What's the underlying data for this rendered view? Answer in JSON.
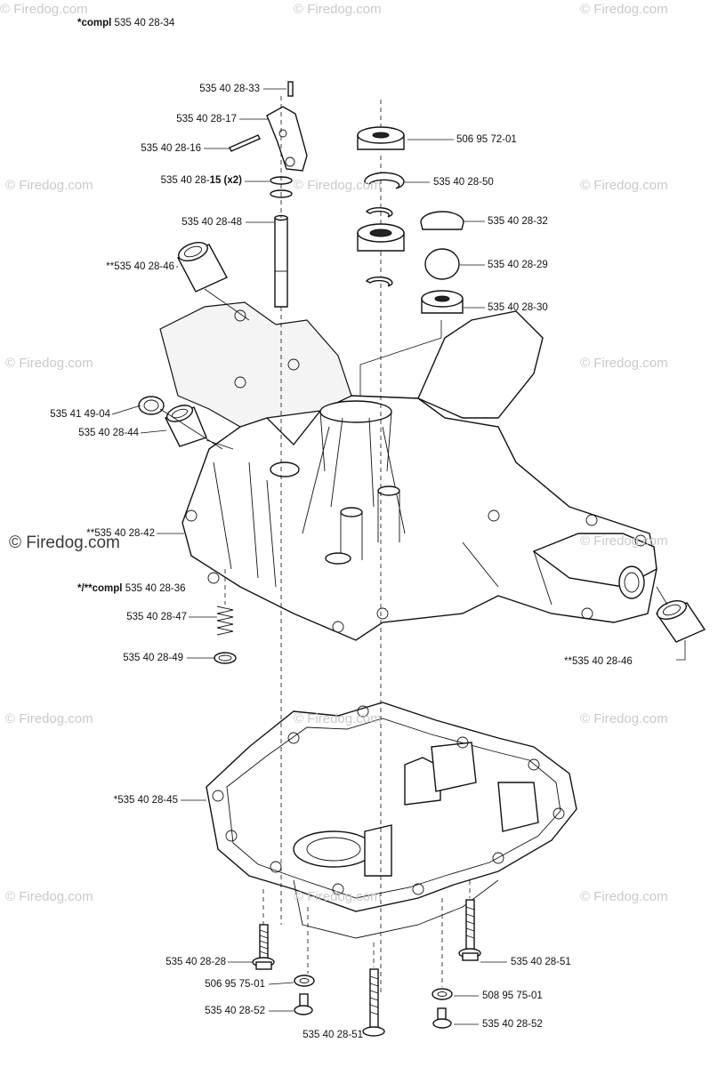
{
  "header": {
    "prefix": "*compl",
    "code": "535 40 28-34"
  },
  "watermark": {
    "text": "Firedog.com",
    "symbol": "©"
  },
  "callouts": {
    "c33": "535 40 28-33",
    "c17": "535 40 28-17",
    "c16": "535 40 28-16",
    "c15_code": "535 40 28-",
    "c15_bold": "15 (x2)",
    "c48": "535 40 28-48",
    "c46a": "**535 40 28-46",
    "c0401": "535 41 49-04",
    "c44": "535 40 28-44",
    "c42": "**535 40 28-42",
    "c36_prefix": "*/**compl",
    "c36_code": "535 40 28-36",
    "c47": "535 40 28-47",
    "c49": "535 40 28-49",
    "c45": "*535 40 28-45",
    "c28": "535 40 28-28",
    "c7501a": "506 95 75-01",
    "c52a": "535 40 28-52",
    "c51a": "535 40 28-51",
    "c7201": "506 95 72-01",
    "c50": "535 40 28-50",
    "c32": "535 40 28-32",
    "c29": "535 40 28-29",
    "c30": "535 40 28-30",
    "c46b": "**535 40 28-46",
    "c51b": "535 40 28-51",
    "c7501b": "508 95 75-01",
    "c52b": "535 40 28-52"
  }
}
